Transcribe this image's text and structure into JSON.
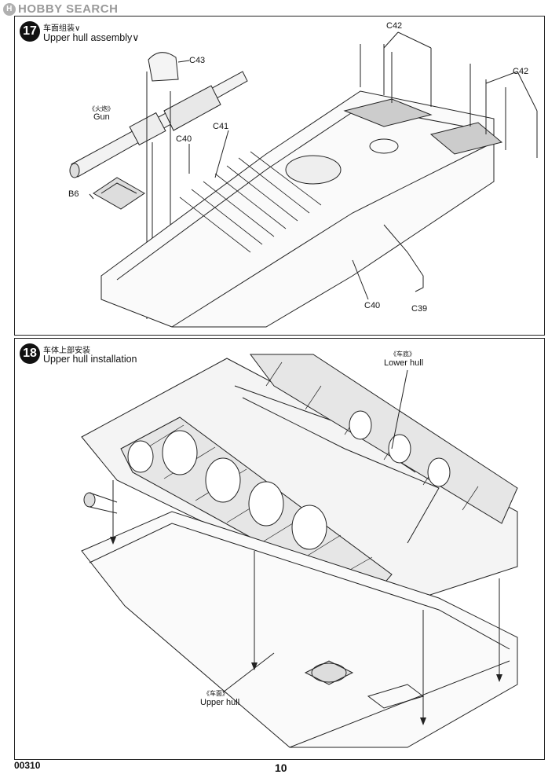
{
  "watermark": {
    "text": "HOBBY SEARCH",
    "logo": "H"
  },
  "step17": {
    "number": "17",
    "title_cn": "车面组装∨",
    "title_en": "Upper hull assembly∨",
    "gun_cn": "《火炮》",
    "gun_en": "Gun",
    "labels": {
      "c43": "C43",
      "c42a": "C42",
      "c42b": "C42",
      "c41": "C41",
      "c40a": "C40",
      "c40b": "C40",
      "c39": "C39",
      "b6": "B6"
    }
  },
  "step18": {
    "number": "18",
    "title_cn": "车体上部安装",
    "title_en": "Upper hull installation",
    "lower_cn": "《车底》",
    "lower_en": "Lower hull",
    "upper_cn": "《车面》",
    "upper_en": "Upper hull"
  },
  "footer": {
    "code": "00310",
    "page": "10"
  }
}
